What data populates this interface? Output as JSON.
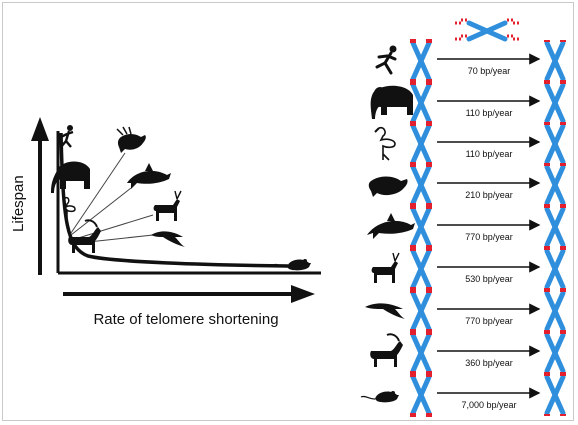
{
  "graph": {
    "y_axis_label": "Lifespan",
    "x_axis_label": "Rate of telomere shortening"
  },
  "animal_icons": {
    "human": "runner-silhouette-icon",
    "elephant": "elephant-silhouette-icon",
    "flamingo": "flamingo-silhouette-icon",
    "vulture": "vulture-silhouette-icon",
    "dolphin": "dolphin-silhouette-icon",
    "reindeer": "reindeer-silhouette-icon",
    "shearwater": "seabird-silhouette-icon",
    "goat": "goat-silhouette-icon",
    "mouse": "mouse-silhouette-icon"
  },
  "rates": [
    "70 bp/year",
    "110 bp/year",
    "110 bp/year",
    "210 bp/year",
    "770 bp/year",
    "530 bp/year",
    "770 bp/year",
    "360 bp/year",
    "7,000 bp/year"
  ],
  "colors": {
    "chromosome": "#2f8fdc",
    "telomere": "#e5202e",
    "ink": "#111111"
  }
}
